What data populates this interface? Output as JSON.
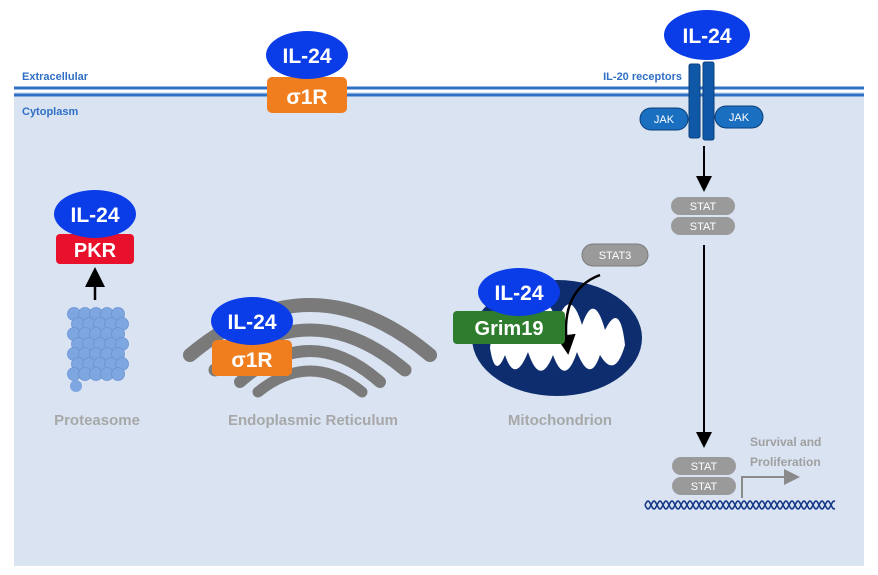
{
  "regions": {
    "extracellular": "Extracellular",
    "cytoplasm": "Cytoplasm"
  },
  "ligands": {
    "il24_membrane": "IL-24",
    "il24_receptor": "IL-24",
    "il24_pkr": "IL-24",
    "il24_er": "IL-24",
    "il24_mito": "IL-24"
  },
  "proteins": {
    "sigma1r_membrane": "σ1R",
    "sigma1r_er": "σ1R",
    "pkr": "PKR",
    "grim19": "Grim19",
    "stat3": "STAT3",
    "jak_left": "JAK",
    "jak_right": "JAK",
    "stat_top_1": "STAT",
    "stat_top_2": "STAT",
    "stat_bottom_1": "STAT",
    "stat_bottom_2": "STAT"
  },
  "labels": {
    "receptors": "IL-20 receptors",
    "proteasome": "Proteasome",
    "er": "Endoplasmic Reticulum",
    "mitochondrion": "Mitochondrion",
    "survival_line1": "Survival and",
    "survival_line2": "Proliferation"
  },
  "colors": {
    "cytoplasm_fill": "#d9e3f2",
    "membrane": "#2f6fc4",
    "il24": "#0a3ce8",
    "sigma1r": "#f07d1e",
    "pkr": "#e8102a",
    "grim19": "#2e7d2e",
    "jak": "#1a6fc0",
    "stat": "#9a9a9a",
    "mito": "#0d2d6e",
    "organelle_label": "#a8a8a8"
  }
}
